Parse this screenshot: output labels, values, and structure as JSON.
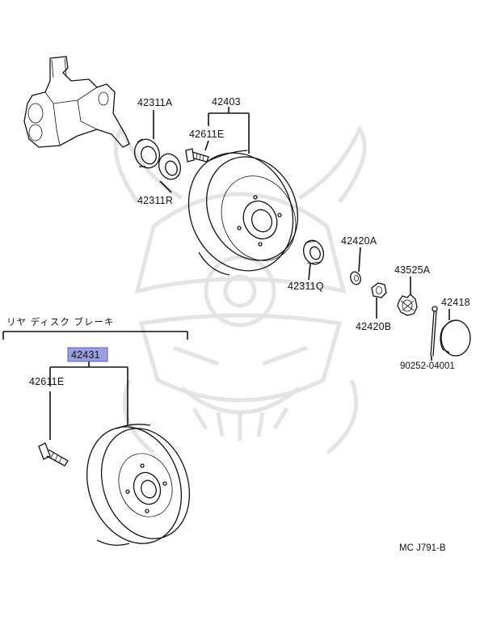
{
  "diagram": {
    "section_title": "リヤ ディスク ブレーキ",
    "drawing_code": "MC J791-B",
    "highlighted_part": "42431",
    "highlight_color": "#9a9de0",
    "parts": {
      "p42311A": "42311A",
      "p42403": "42403",
      "p42611E_top": "42611E",
      "p42311R": "42311R",
      "p42420A": "42420A",
      "p43525A": "43525A",
      "p42418": "42418",
      "p42311Q": "42311Q",
      "p42420B": "42420B",
      "p90252": "90252-04001",
      "p42431": "42431",
      "p42611E_bottom": "42611E"
    }
  }
}
